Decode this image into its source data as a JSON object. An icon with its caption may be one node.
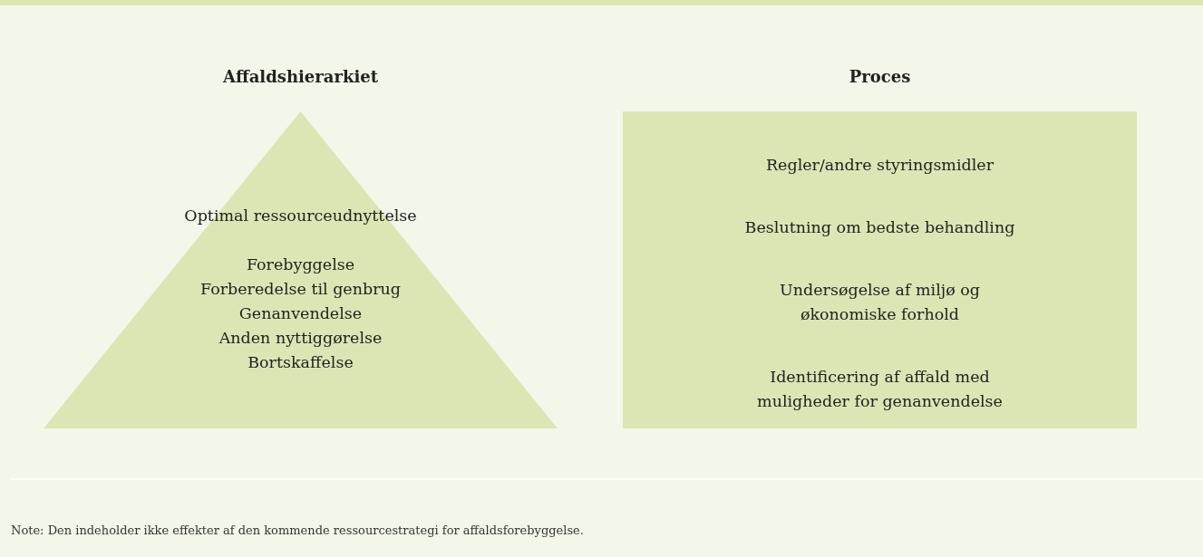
{
  "diagram": {
    "caption": "Note: Den indeholder ikke effekter af den kommende ressourcestrategi for affaldsforebyggelse.",
    "nodes": [
      {
        "text": [
          "Affaldshierarkiet",
          "Optimal ressourceudnyttelse",
          "Forebyggelse",
          "Forberedelse til genbrug",
          "Genanvendelse",
          "Anden nyttiggørelse",
          "Bortskaffelse"
        ]
      },
      {
        "text": [
          "Proces",
          "Regler/andre styringsmidler",
          "Beslutning om bedste behandling",
          "Undersøgelse af miljø og økonomiske forhold",
          "Identificering af affald med muligheder for genanvendelse"
        ]
      }
    ]
  }
}
